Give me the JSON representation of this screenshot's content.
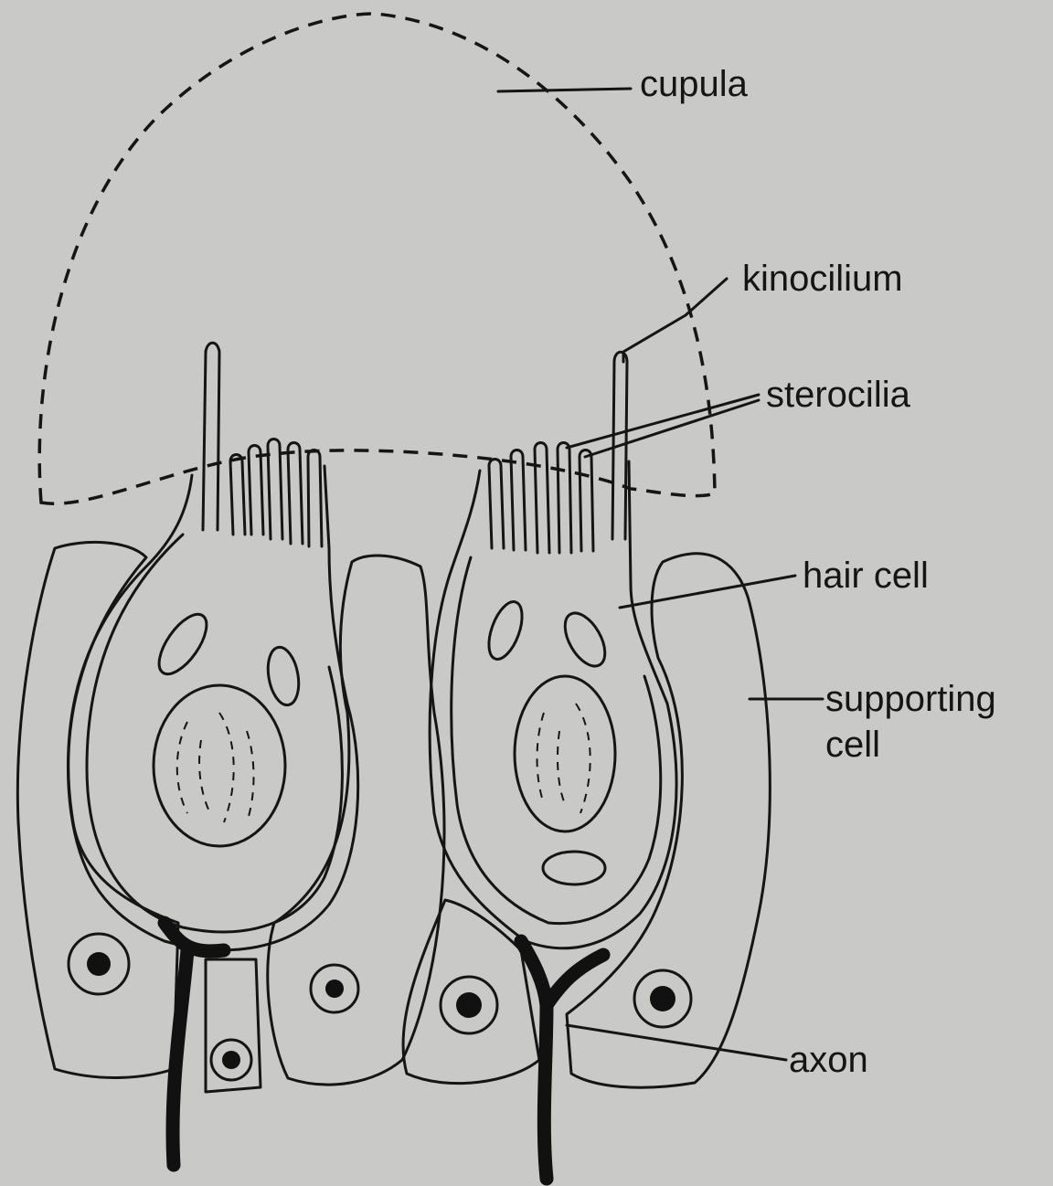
{
  "labels": {
    "cupula": "cupula",
    "kinocilium": "kinocilium",
    "sterocilia": "sterocilia",
    "hair_cell": "hair  cell",
    "supporting_cell_line1": "supporting",
    "supporting_cell_line2": "cell",
    "axon": "axon"
  },
  "colors": {
    "background": "#c9c9c7",
    "ink": "#151515",
    "stipple": "#3a3a3a"
  }
}
